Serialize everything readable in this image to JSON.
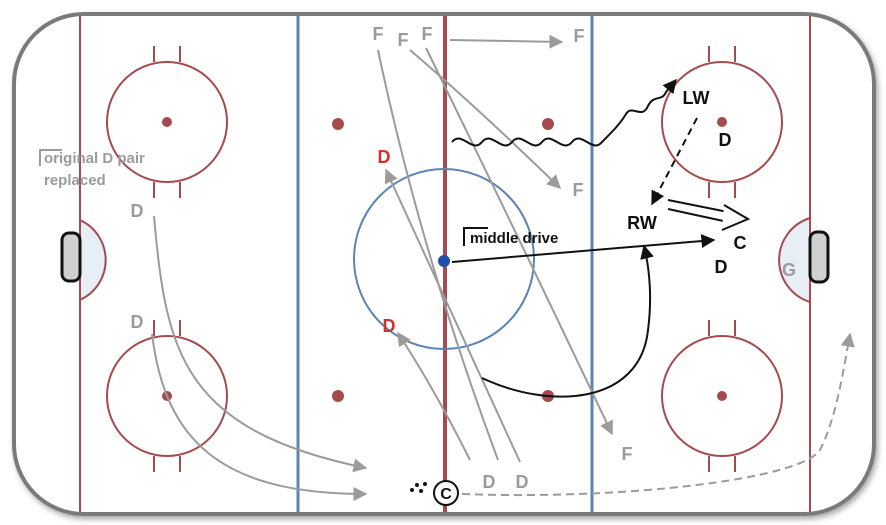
{
  "colors": {
    "board": "#7a7a7a",
    "rink_fill": "#ffffff",
    "red_line": "#a54a4e",
    "blue_line": "#5b84b4",
    "circle_line": "#a54a4e",
    "center_circle": "#5b84b4",
    "faceoff_dot": "#a54a4e",
    "center_dot": "#1f4fa8",
    "gray_player": "#9b9b9b",
    "black_player": "#111111",
    "red_player": "#d32f2f",
    "goal_crease": "#e8eef5"
  },
  "players": {
    "f_top_1": "F",
    "f_top_2": "F",
    "f_top_3": "F",
    "f_top_right": "F",
    "f_mid_right": "F",
    "f_bottom_right": "F",
    "d_left_top": "D",
    "d_left_bottom": "D",
    "d_red_top": "D",
    "d_red_bottom": "D",
    "d_bottom_1": "D",
    "d_bottom_2": "D",
    "lw": "LW",
    "rw": "RW",
    "c": "C",
    "d_right_top": "D",
    "d_right_bottom": "D",
    "goalie": "G",
    "coach": "C"
  },
  "annotations": {
    "original_line1": "original D pair",
    "original_line2": "replaced",
    "middle_drive": "middle drive"
  },
  "icons": {
    "coach": "circled-c-icon",
    "pucks": "puck-dots-icon"
  }
}
